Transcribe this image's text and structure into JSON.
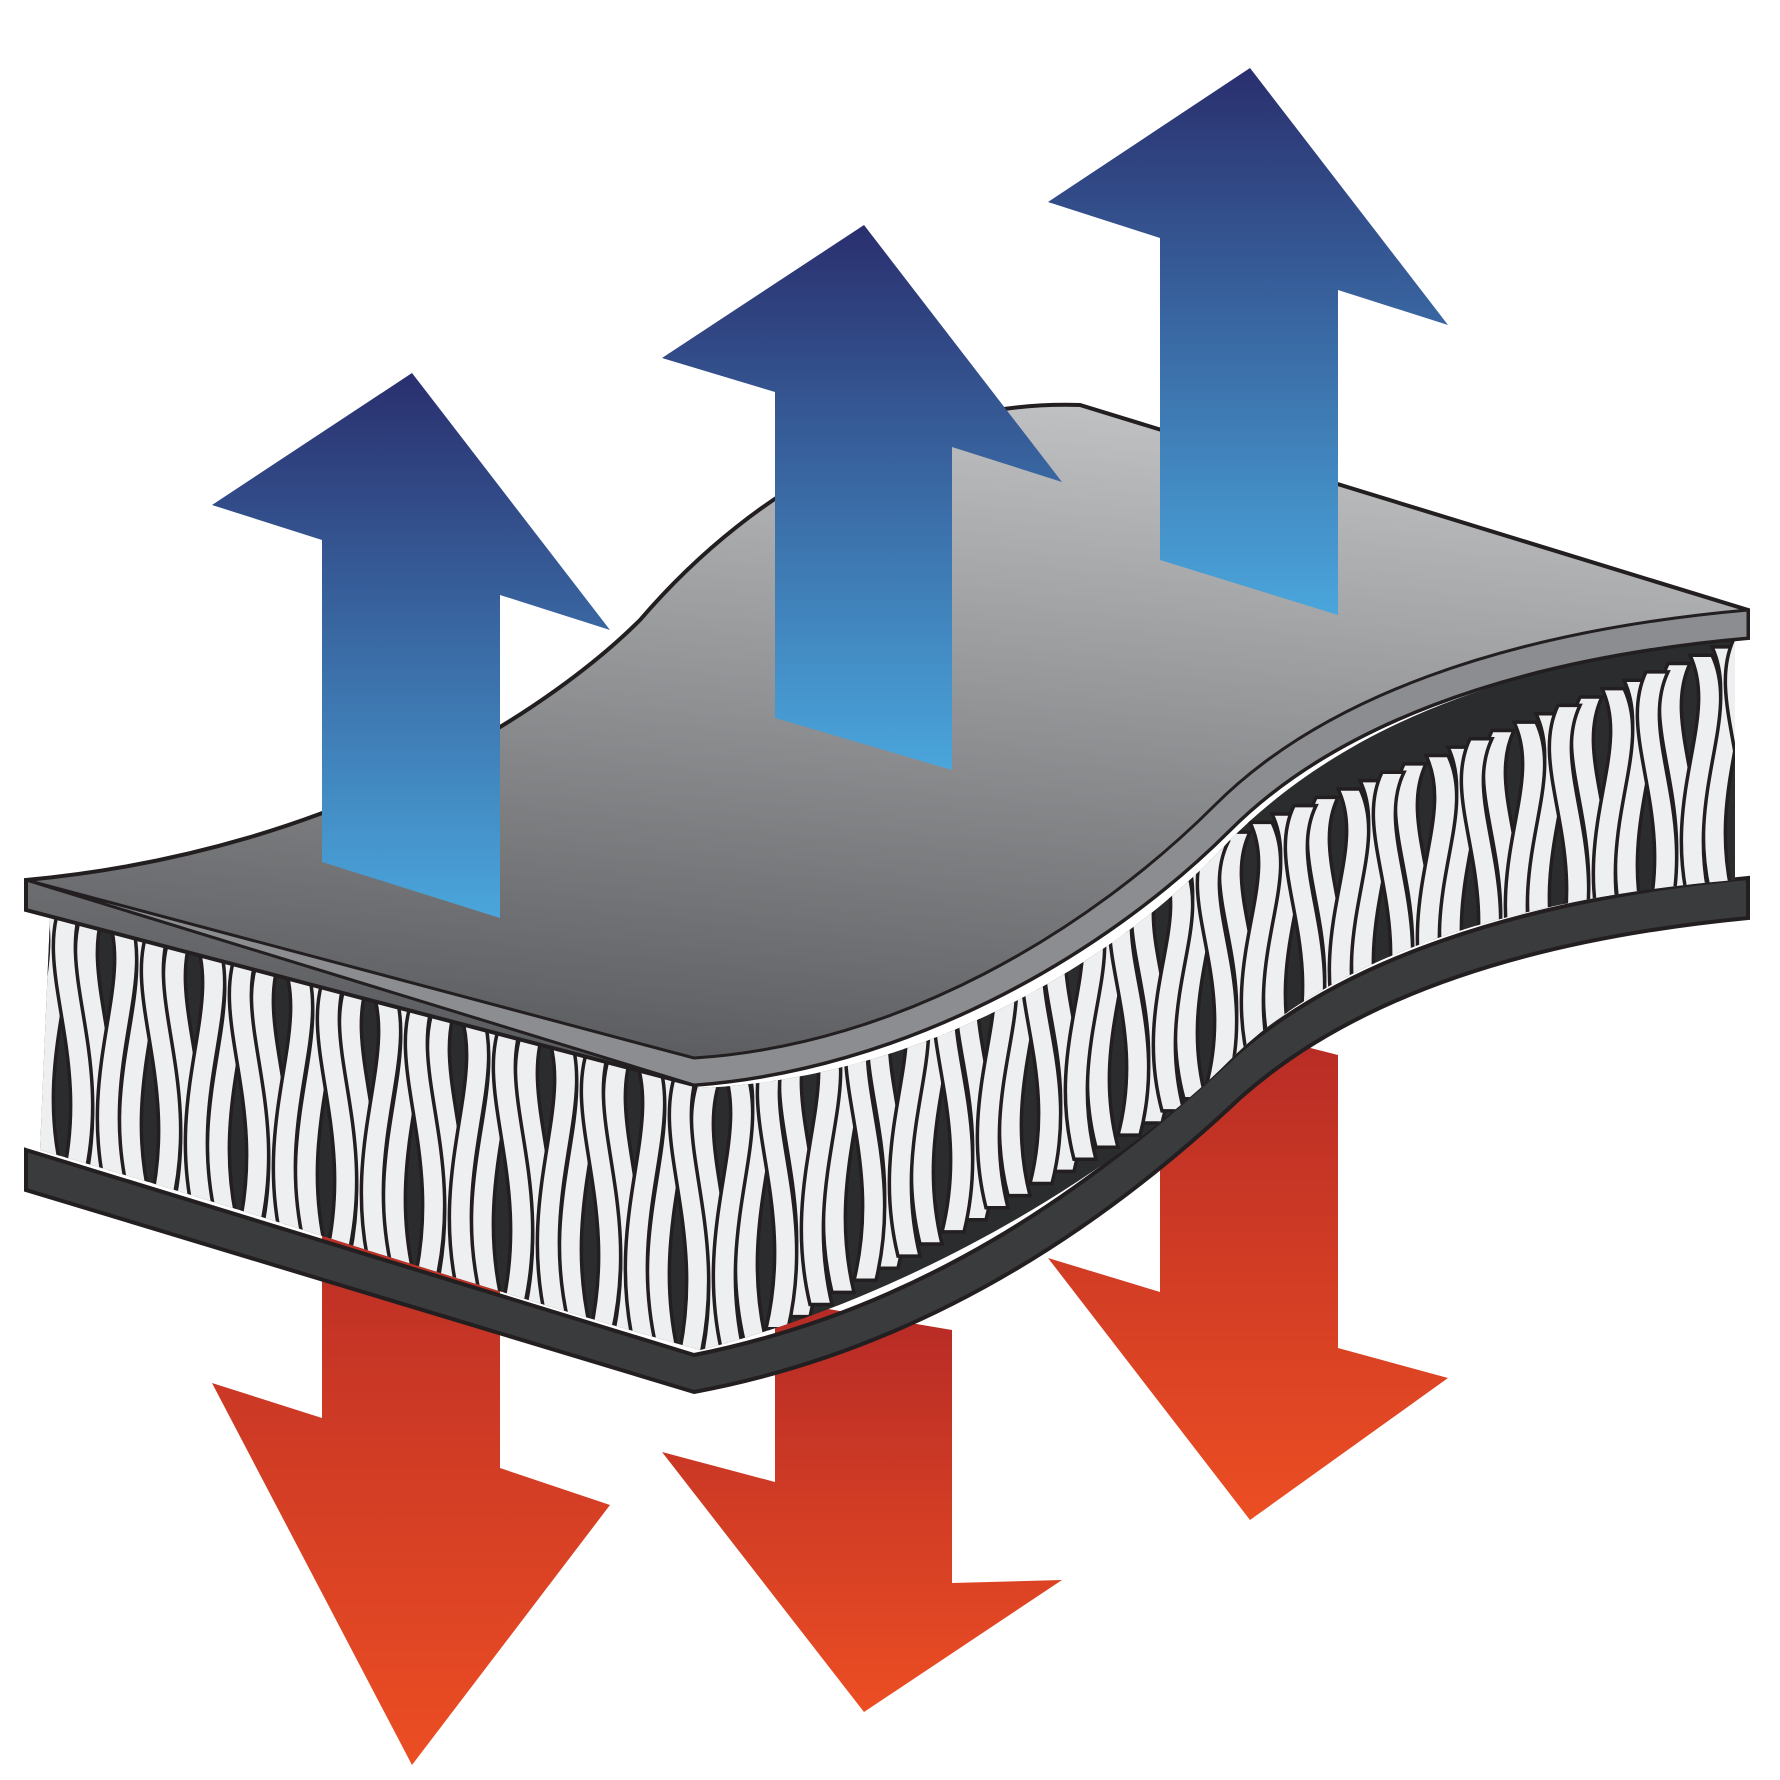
{
  "colors": {
    "background": "#ffffff",
    "outline": "#231f20",
    "top_layer_light": "#c2c3c5",
    "top_layer_dark": "#5a5b5e",
    "layer_edge": "#8c8d90",
    "bottom_layer": "#3a3b3d",
    "fiber": "#eeeff1",
    "fiber_gap": "#2b2c2e",
    "up_arrow_top": "#2a2f6e",
    "up_arrow_bottom": "#4aa6dc",
    "down_arrow_top": "#b52a26",
    "down_arrow_bottom": "#ec4e23"
  },
  "arrows": {
    "up_count": 3,
    "down_count": 3,
    "up_icon": "vapor-out-arrow",
    "down_icon": "heat-in-arrow"
  },
  "layers": [
    "outer-membrane",
    "fiber-insulation",
    "inner-liner"
  ]
}
